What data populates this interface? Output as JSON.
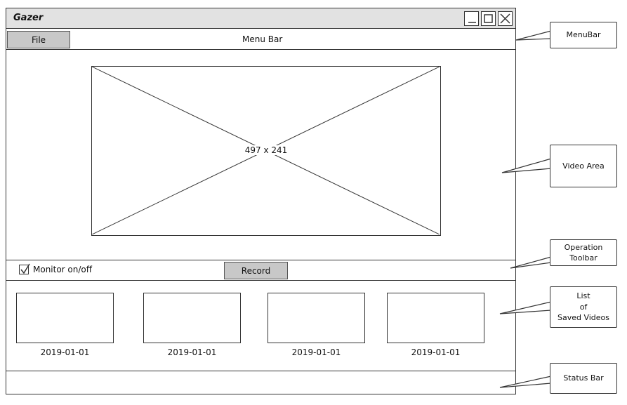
{
  "window": {
    "title": "Gazer",
    "controls": [
      "minimize",
      "maximize",
      "close"
    ]
  },
  "menubar": {
    "file_label": "File",
    "label": "Menu Bar"
  },
  "video_area": {
    "placeholder": "497 x 241"
  },
  "operation_toolbar": {
    "monitor_label": "Monitor on/off",
    "monitor_checked": true,
    "record_label": "Record"
  },
  "saved_videos": [
    {
      "date": "2019-01-01"
    },
    {
      "date": "2019-01-01"
    },
    {
      "date": "2019-01-01"
    },
    {
      "date": "2019-01-01"
    }
  ],
  "callouts": {
    "menubar": "MenuBar",
    "video_area": "Video Area",
    "operation_toolbar": [
      "Operation",
      "Toolbar"
    ],
    "saved_videos": [
      "List",
      "of",
      "Saved Videos"
    ],
    "status_bar": "Status Bar"
  },
  "icons": {
    "minimize": "minimize-icon",
    "maximize": "maximize-icon",
    "close": "close-icon",
    "checkbox": "check-icon"
  }
}
